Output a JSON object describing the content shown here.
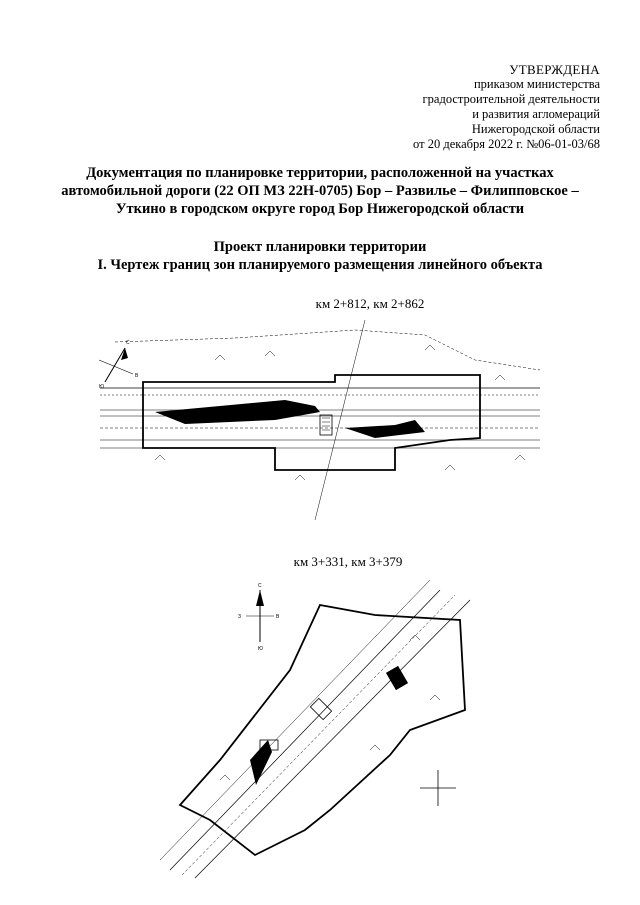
{
  "approval": {
    "title": "УТВЕРЖДЕНА",
    "lines": [
      "приказом министерства",
      "градостроительной деятельности",
      "и развития агломераций",
      "Нижегородской области",
      "от 20 декабря 2022 г. №06-01-03/68"
    ]
  },
  "document_title": [
    "Документация по планировке территории, расположенной на участках",
    "автомобильной дороги (22 ОП МЗ 22Н-0705) Бор – Развилье – Филипповское –",
    "Уткино в городском округе город Бор Нижегородской области"
  ],
  "section": {
    "title": "Проект планировки территории",
    "subtitle": "I. Чертеж границ зон планируемого размещения линейного объекта"
  },
  "drawings": [
    {
      "caption": "км 2+812, км 2+862"
    },
    {
      "caption": "км 3+331, км 3+379"
    }
  ],
  "compass": {
    "north": "С",
    "south": "Ю",
    "west": "З",
    "east": "В"
  }
}
